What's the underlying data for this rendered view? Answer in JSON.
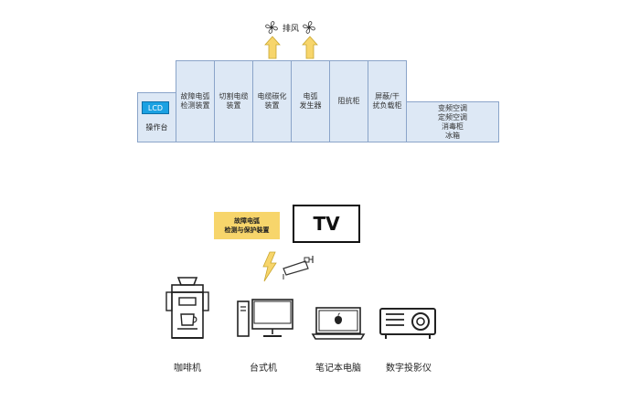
{
  "top": {
    "exhaust_label": "排风",
    "console_lcd": "LCD",
    "console_label": "操作台",
    "cabinets": [
      {
        "label": "故障电弧\n检测装置"
      },
      {
        "label": "切割电缆\n装置"
      },
      {
        "label": "电缆碳化\n装置"
      },
      {
        "label": "电弧\n发生器"
      },
      {
        "label": "阻抗柜"
      },
      {
        "label": "屏蔽/干\n扰负载柜"
      },
      {
        "label": "变频空调\n定频空调\n消毒柜\n冰箱"
      }
    ]
  },
  "bottom": {
    "device_box": "故障电弧\n检测与保护装置",
    "tv_label": "TV",
    "appliances": [
      {
        "label": "咖啡机",
        "icon": "coffee-machine-icon"
      },
      {
        "label": "台式机",
        "icon": "desktop-computer-icon"
      },
      {
        "label": "笔记本电脑",
        "icon": "laptop-icon"
      },
      {
        "label": "数字投影仪",
        "icon": "projector-icon"
      }
    ]
  },
  "colors": {
    "cabinet_fill": "#dde8f5",
    "cabinet_border": "#8aa4c9",
    "lcd_fill": "#1ba1e2",
    "device_box_fill": "#f7d56b",
    "arrow_fill": "#f7d56b"
  }
}
